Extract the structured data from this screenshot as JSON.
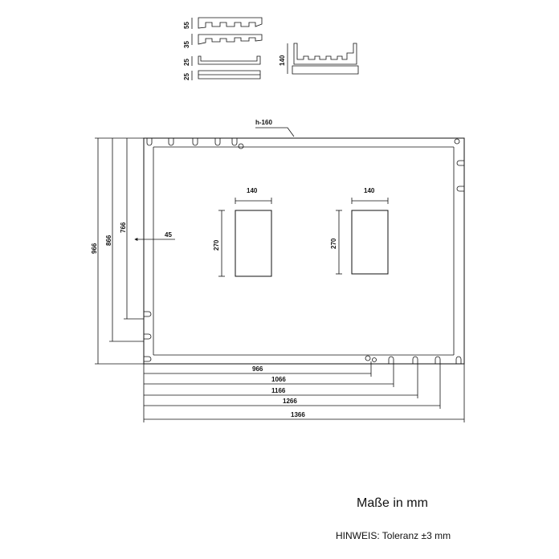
{
  "profiles": {
    "p55": "55",
    "p35": "35",
    "p25a": "25",
    "p25b": "25",
    "side": "140"
  },
  "top_label": "h-160",
  "left_dims": [
    "966",
    "866",
    "766"
  ],
  "inner_dim": "45",
  "cutouts": [
    {
      "width": "140",
      "height": "270"
    },
    {
      "width": "140",
      "height": "270"
    }
  ],
  "bottom_dims": [
    "966",
    "1066",
    "1166",
    "1266",
    "1366"
  ],
  "notes": {
    "units": "Maße in mm",
    "tolerance": "HINWEIS: Toleranz ±3 mm"
  }
}
